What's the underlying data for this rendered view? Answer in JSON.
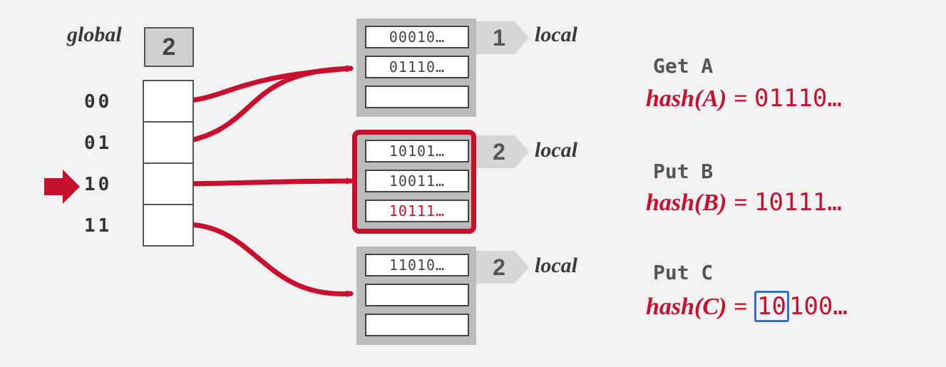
{
  "global": {
    "label": "global",
    "depth": "2"
  },
  "directory": {
    "labels": [
      "00",
      "01",
      "10",
      "11"
    ]
  },
  "buckets": [
    {
      "depth": "1",
      "label": "local",
      "entries": [
        "00010…",
        "01110…",
        ""
      ]
    },
    {
      "depth": "2",
      "label": "local",
      "entries": [
        "10101…",
        "10011…",
        "10111…"
      ]
    },
    {
      "depth": "2",
      "label": "local",
      "entries": [
        "11010…",
        "",
        ""
      ]
    }
  ],
  "operations": [
    {
      "title": "Get A",
      "hash_fn": "hash(A)",
      "eq": "=",
      "value": "01110…"
    },
    {
      "title": "Put B",
      "hash_fn": "hash(B)",
      "eq": "=",
      "value": "10111…"
    },
    {
      "title": "Put C",
      "hash_fn": "hash(C)",
      "eq": "=",
      "value_highlight": "10",
      "value_rest": "100…"
    }
  ],
  "colors": {
    "accent": "#c8102e",
    "highlight": "#2f6fd6",
    "bucket": "#bcbcbc"
  }
}
